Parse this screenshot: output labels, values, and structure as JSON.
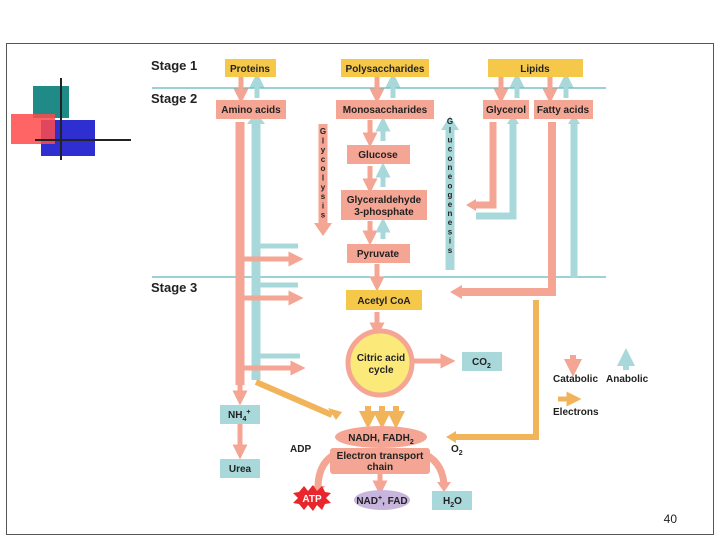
{
  "stages": {
    "stage1": "Stage 1",
    "stage2": "Stage 2",
    "stage3": "Stage 3"
  },
  "stage1_boxes": {
    "proteins": "Proteins",
    "polysaccharides": "Polysaccharides",
    "lipids": "Lipids"
  },
  "stage2_boxes": {
    "amino_acids": "Amino acids",
    "monosaccharides": "Monosaccharides",
    "glycerol": "Glycerol",
    "fatty_acids": "Fatty acids"
  },
  "pathway": {
    "glucose": "Glucose",
    "g3p_line1": "Glyceraldehyde",
    "g3p_line2": "3-phosphate",
    "pyruvate": "Pyruvate",
    "acetyl_coa": "Acetyl CoA",
    "citric_line1": "Citric acid",
    "citric_line2": "cycle",
    "co2": "CO",
    "co2_sub": "2",
    "nadh": "NADH, FADH",
    "nadh_sub": "2",
    "etc_line1": "Electron transport",
    "etc_line2": "chain",
    "adp": "ADP",
    "o2": "O",
    "o2_sub": "2",
    "atp": "ATP",
    "nad": "NAD",
    "nad_sup": "+",
    "nad_rest": ", FAD",
    "h2o_h": "H",
    "h2o_sub": "2",
    "h2o_o": "O",
    "nh4": "NH",
    "nh4_sub": "4",
    "nh4_sup": "+",
    "urea": "Urea"
  },
  "vertical_labels": {
    "glycolysis": "Glycolysis",
    "gluconeogenesis": "Gluconeogenesis"
  },
  "legend": {
    "catabolic": "Catabolic",
    "anabolic": "Anabolic",
    "electrons": "Electrons"
  },
  "page_number": "40",
  "colors": {
    "catabolic": "#f4a593",
    "anabolic": "#a8d8da",
    "electrons": "#f2b45a",
    "box_yellow": "#f5c84a",
    "cycle_fill": "#fbe97a",
    "stage_line": "#5bb6bd",
    "atp_red": "#e8262b",
    "nad_purple": "#c7b5dd"
  }
}
